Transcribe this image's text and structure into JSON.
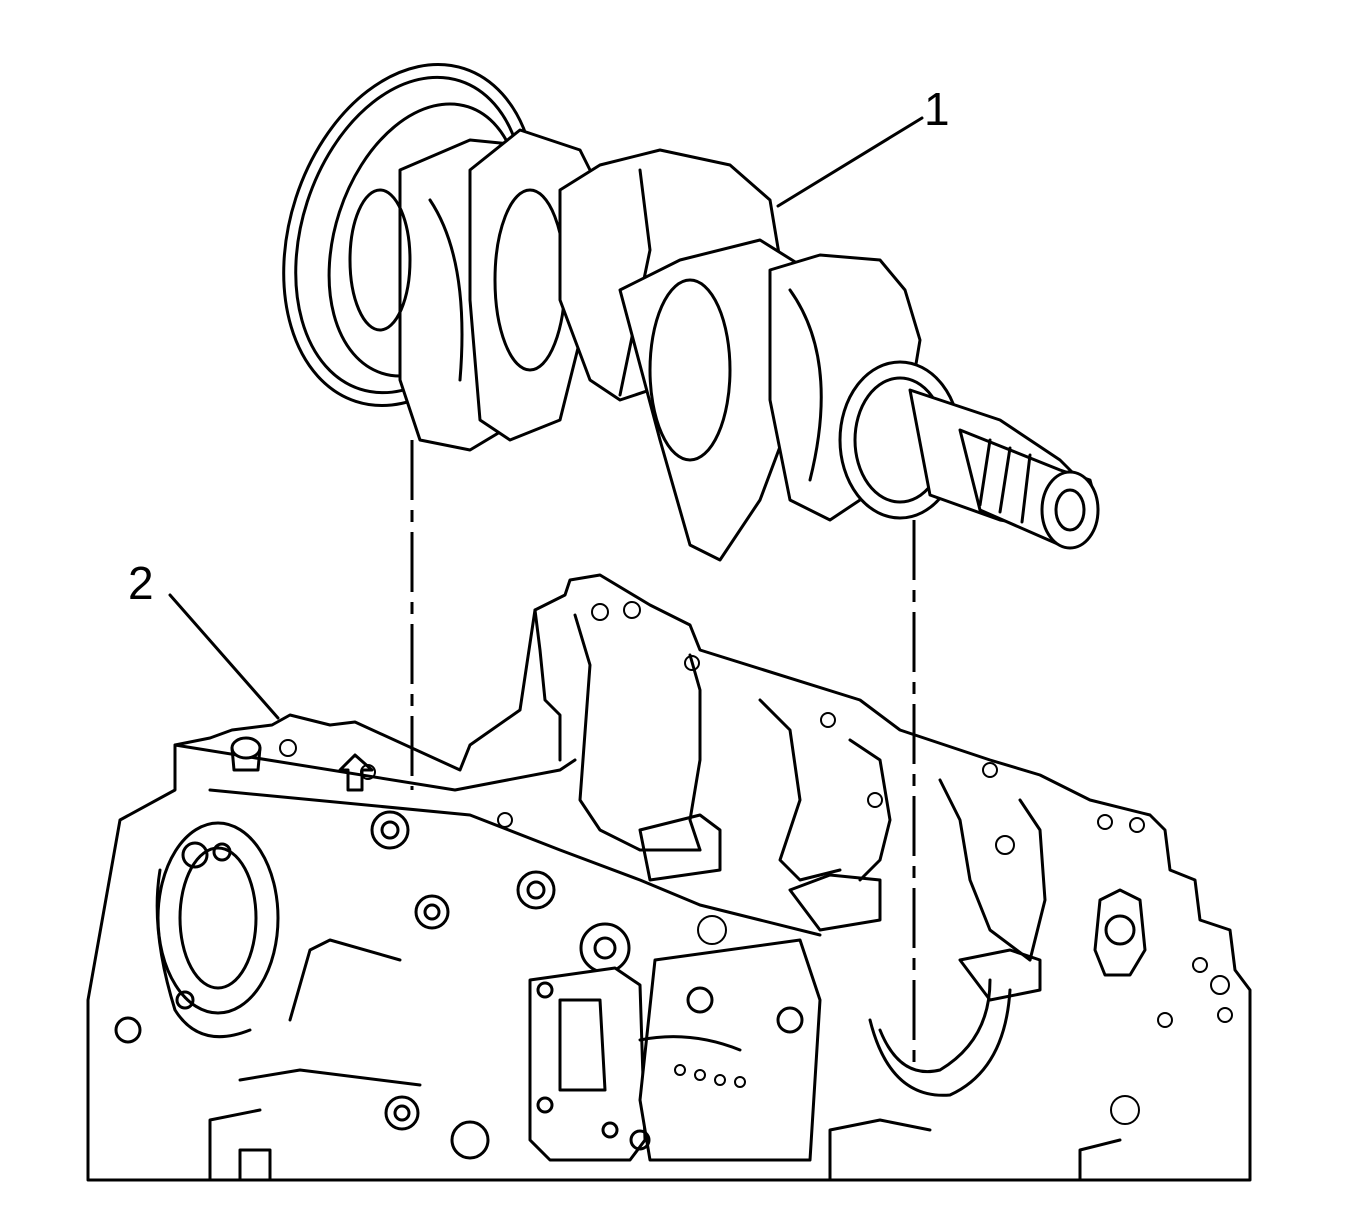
{
  "callouts": [
    {
      "id": "1",
      "label": "1",
      "target": "crankshaft"
    },
    {
      "id": "2",
      "label": "2",
      "target": "engine-block"
    }
  ],
  "colors": {
    "line": "#000000",
    "background": "#ffffff"
  }
}
